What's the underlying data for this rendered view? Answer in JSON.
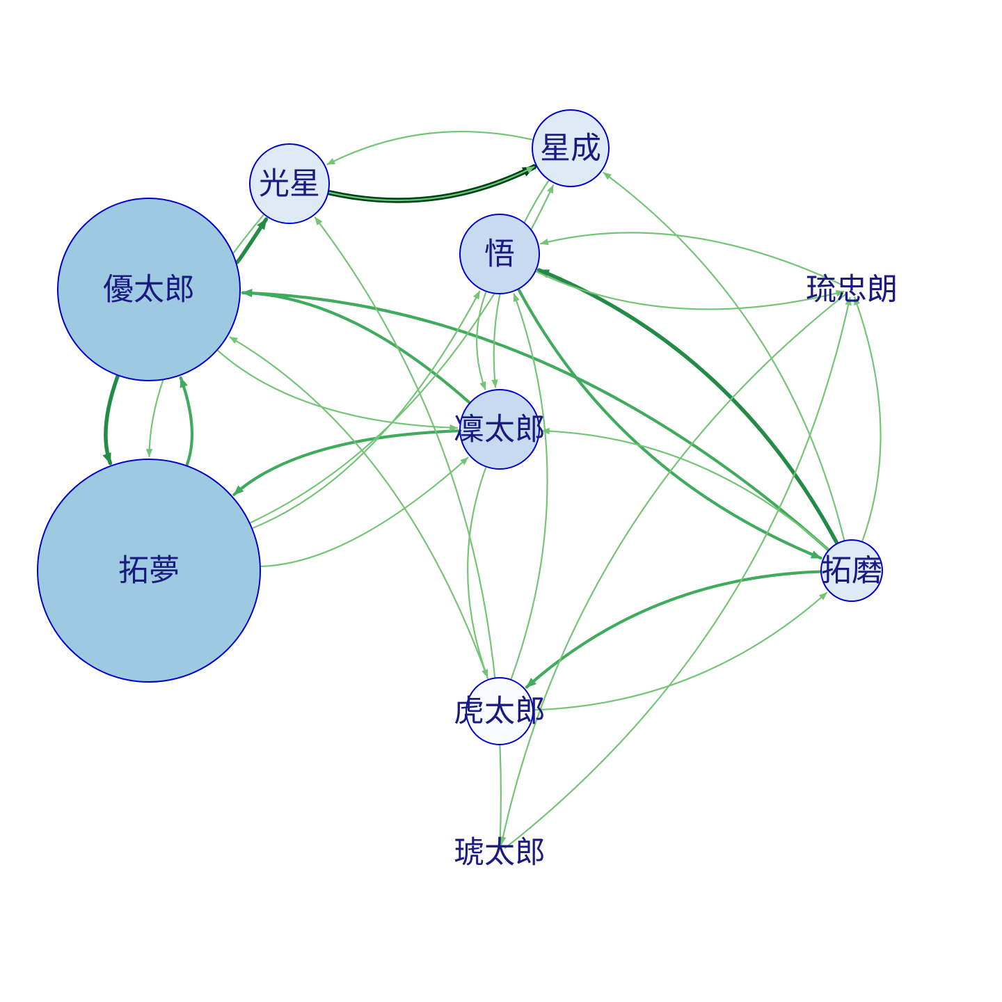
{
  "graph": {
    "directed": true,
    "colors": {
      "node_stroke": "#0000cc",
      "label": "#1a1a80",
      "node_fill_large": "#9ecae1",
      "node_fill_medium": "#c6dbef",
      "node_fill_light": "#deebf7",
      "node_fill_pale": "#f7fbff",
      "edge_weak": "#74c476",
      "edge_medium": "#41ab5d",
      "edge_strong": "#238b45",
      "edge_strongest": "#00441b"
    },
    "nodes": [
      {
        "id": "yutaro",
        "label": "優太郎",
        "fill": "#9ecae1",
        "size": "large"
      },
      {
        "id": "takumu",
        "label": "拓夢",
        "fill": "#9ecae1",
        "size": "large"
      },
      {
        "id": "kosei",
        "label": "光星",
        "fill": "#deebf7",
        "size": "small"
      },
      {
        "id": "seisei",
        "label": "星成",
        "fill": "#deebf7",
        "size": "small"
      },
      {
        "id": "satoru",
        "label": "悟",
        "fill": "#c6dbef",
        "size": "small"
      },
      {
        "id": "rintaro",
        "label": "凜太郎",
        "fill": "#c6dbef",
        "size": "small"
      },
      {
        "id": "kotaro",
        "label": "虎太郎",
        "fill": "#f7fbff",
        "size": "small"
      },
      {
        "id": "takuma",
        "label": "拓磨",
        "fill": "#deebf7",
        "size": "tiny"
      },
      {
        "id": "ryuchiro",
        "label": "琉忠朗",
        "fill": "none",
        "size": "none"
      },
      {
        "id": "kotaro2",
        "label": "琥太郎",
        "fill": "none",
        "size": "none"
      }
    ],
    "edges": [
      {
        "from": "kosei",
        "to": "seisei",
        "strength": "strongest"
      },
      {
        "from": "yutaro",
        "to": "kosei",
        "strength": "strong"
      },
      {
        "from": "takumu",
        "to": "yutaro",
        "strength": "medium"
      },
      {
        "from": "yutaro",
        "to": "takumu",
        "strength": "strong"
      },
      {
        "from": "rintaro",
        "to": "yutaro",
        "strength": "medium"
      },
      {
        "from": "rintaro",
        "to": "takumu",
        "strength": "medium"
      },
      {
        "from": "takuma",
        "to": "satoru",
        "strength": "strong"
      },
      {
        "from": "satoru",
        "to": "takuma",
        "strength": "medium"
      },
      {
        "from": "takuma",
        "to": "yutaro",
        "strength": "medium"
      },
      {
        "from": "takuma",
        "to": "kotaro",
        "strength": "medium"
      },
      {
        "from": "seisei",
        "to": "kosei",
        "strength": "weak"
      },
      {
        "from": "kosei",
        "to": "seisei",
        "strength": "weak"
      },
      {
        "from": "takumu",
        "to": "seisei",
        "strength": "weak"
      },
      {
        "from": "kosei",
        "to": "takumu",
        "strength": "weak"
      },
      {
        "from": "kotaro2",
        "to": "kosei",
        "strength": "weak"
      },
      {
        "from": "takumu",
        "to": "satoru",
        "strength": "weak"
      },
      {
        "from": "takumu",
        "to": "rintaro",
        "strength": "weak"
      },
      {
        "from": "yutaro",
        "to": "rintaro",
        "strength": "weak"
      },
      {
        "from": "kotaro",
        "to": "yutaro",
        "strength": "weak"
      },
      {
        "from": "seisei",
        "to": "rintaro",
        "strength": "weak"
      },
      {
        "from": "satoru",
        "to": "rintaro",
        "strength": "weak"
      },
      {
        "from": "satoru",
        "to": "ryuchiro",
        "strength": "weak"
      },
      {
        "from": "ryuchiro",
        "to": "satoru",
        "strength": "weak"
      },
      {
        "from": "takuma",
        "to": "seisei",
        "strength": "weak"
      },
      {
        "from": "takuma",
        "to": "rintaro",
        "strength": "weak"
      },
      {
        "from": "takuma",
        "to": "ryuchiro",
        "strength": "weak"
      },
      {
        "from": "rintaro",
        "to": "kotaro",
        "strength": "weak"
      },
      {
        "from": "kotaro",
        "to": "satoru",
        "strength": "weak"
      },
      {
        "from": "kotaro",
        "to": "takuma",
        "strength": "weak"
      },
      {
        "from": "ryuchiro",
        "to": "kotaro2",
        "strength": "weak"
      },
      {
        "from": "kotaro2",
        "to": "ryuchiro",
        "strength": "weak"
      }
    ]
  }
}
